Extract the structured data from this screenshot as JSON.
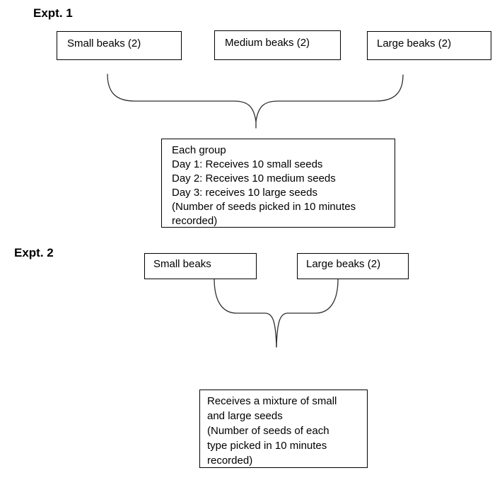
{
  "page": {
    "background": "#ffffff"
  },
  "colors": {
    "box_border": "#000000",
    "brace_line": "#2e2e2e",
    "text": "#000000"
  },
  "experiment1": {
    "label": "Expt. 1",
    "groups": [
      {
        "label": "Small beaks (2)"
      },
      {
        "label": "Medium beaks (2)"
      },
      {
        "label": "Large beaks (2)"
      }
    ],
    "procedure_lines": [
      "Each group",
      "Day 1: Receives 10 small seeds",
      "Day 2: Receives 10 medium seeds",
      "Day 3: receives 10 large seeds",
      "(Number of seeds picked in 10 minutes",
      "recorded)"
    ]
  },
  "experiment2": {
    "label": "Expt. 2",
    "groups": [
      {
        "label": "Small beaks"
      },
      {
        "label": "Large beaks (2)"
      }
    ],
    "procedure_lines": [
      "Receives a mixture of small",
      "and large seeds",
      "(Number of seeds of each",
      "type picked in 10 minutes",
      "recorded)"
    ]
  }
}
